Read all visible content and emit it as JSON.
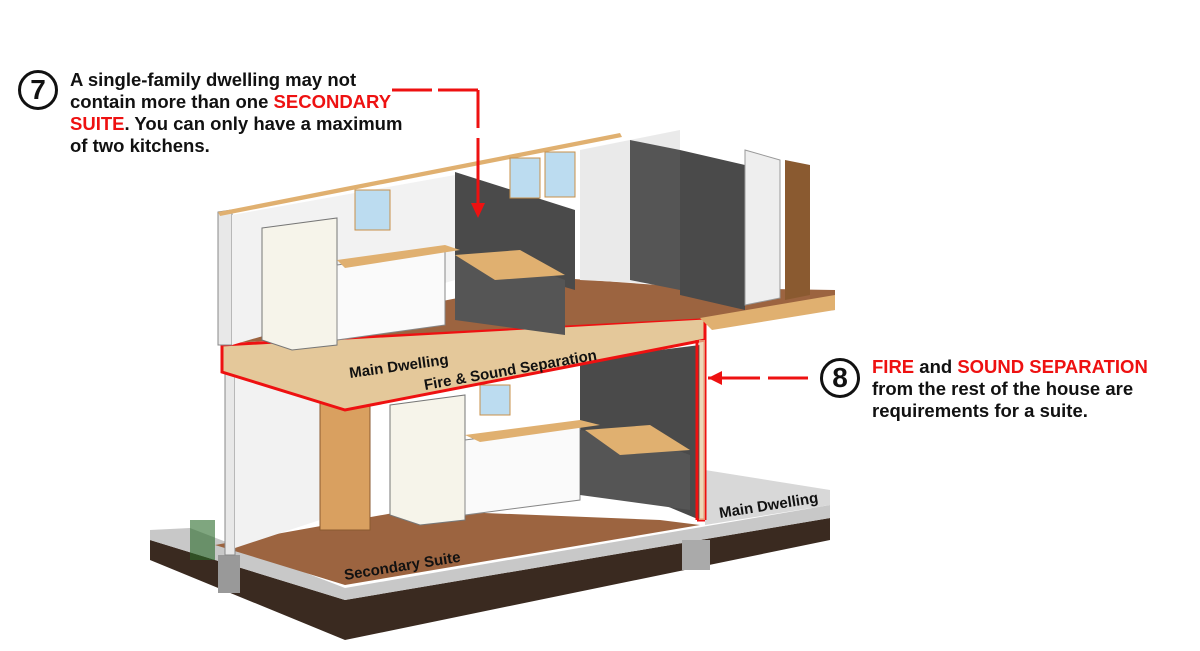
{
  "callout_7": {
    "number": "7",
    "text_1": "A single-family dwelling may not contain more than one ",
    "highlight": "SECONDARY SUITE",
    "text_2": ". You can only have a maximum of two kitchens."
  },
  "callout_8": {
    "number": "8",
    "highlight_1": "FIRE",
    "text_1": " and ",
    "highlight_2": "SOUND SEPARATION",
    "text_2": " from the rest of the house are requirements for a suite."
  },
  "labels": {
    "main_dwelling_upper": "Main Dwelling",
    "separation": "Fire & Sound Separation",
    "secondary_suite": "Secondary Suite",
    "main_dwelling_side": "Main Dwelling"
  },
  "colors": {
    "accent_red": "#ee1111",
    "floor_brown": "#9c6440",
    "wall_dark": "#4a4a4a",
    "wood": "#e0b070"
  }
}
